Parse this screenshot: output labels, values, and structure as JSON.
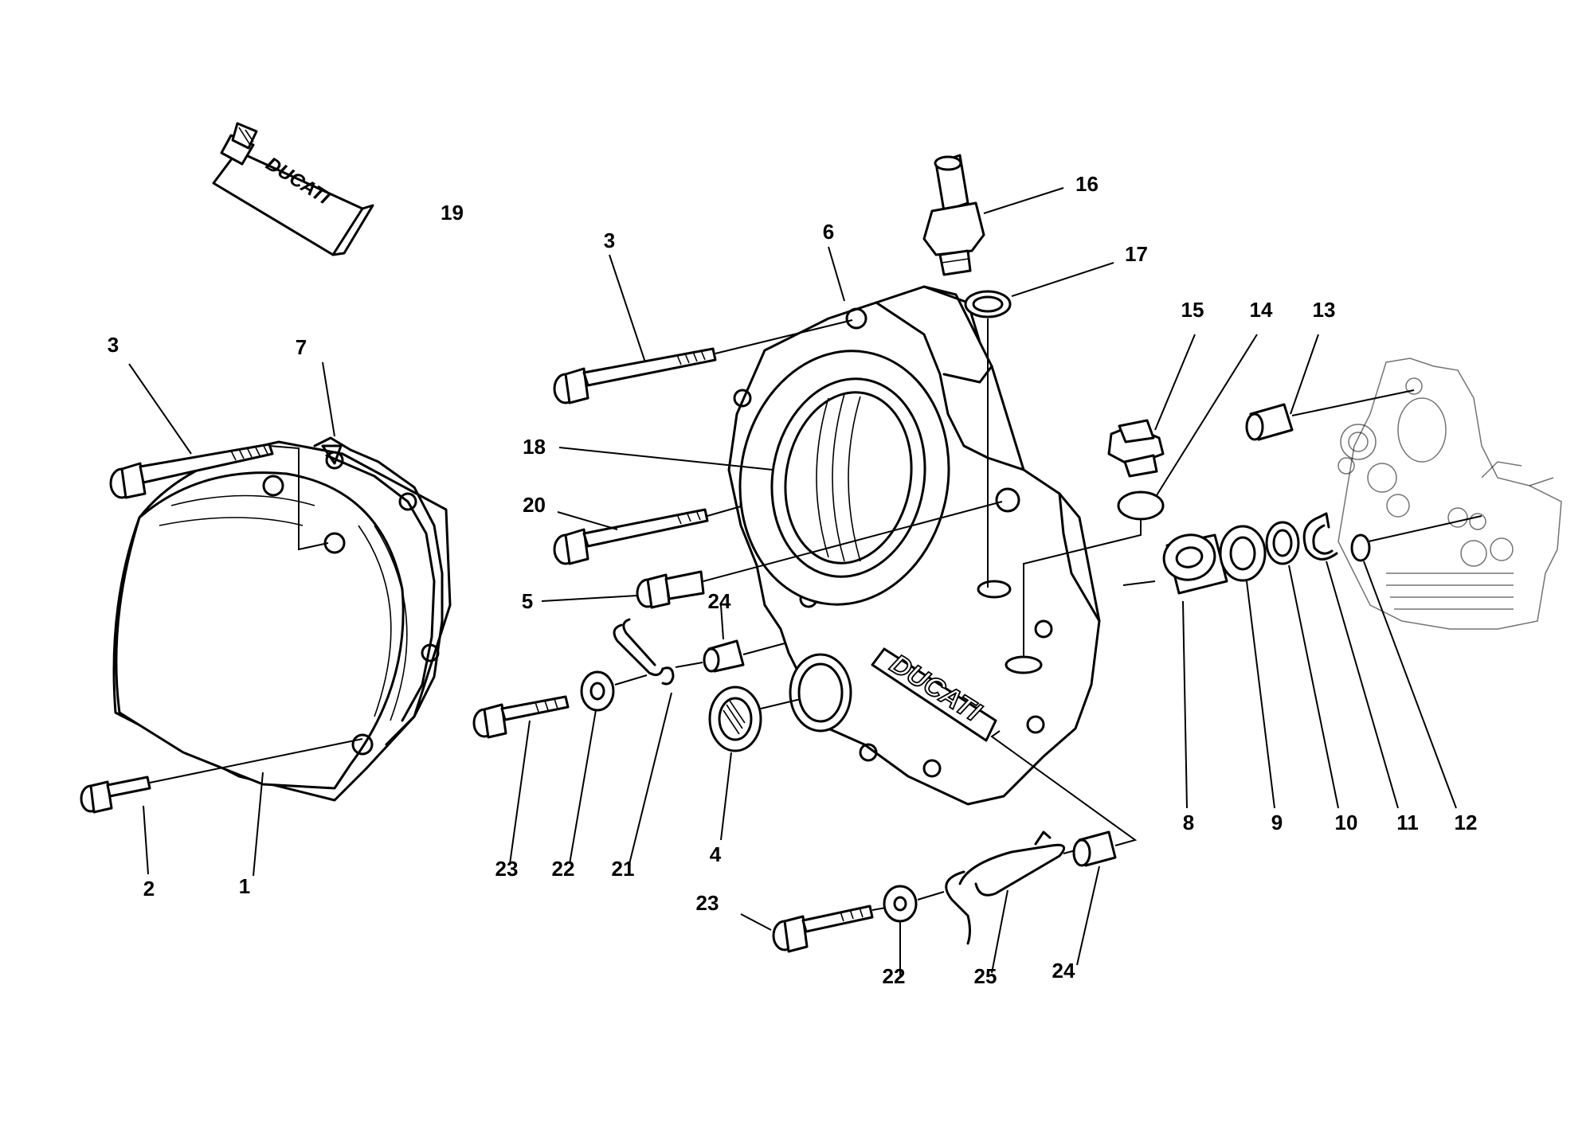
{
  "diagram": {
    "callouts": [
      {
        "id": "c1",
        "label": "1"
      },
      {
        "id": "c2",
        "label": "2"
      },
      {
        "id": "c3a",
        "label": "3"
      },
      {
        "id": "c3b",
        "label": "3"
      },
      {
        "id": "c4",
        "label": "4"
      },
      {
        "id": "c5",
        "label": "5"
      },
      {
        "id": "c6",
        "label": "6"
      },
      {
        "id": "c7",
        "label": "7"
      },
      {
        "id": "c8",
        "label": "8"
      },
      {
        "id": "c9",
        "label": "9"
      },
      {
        "id": "c10",
        "label": "10"
      },
      {
        "id": "c11",
        "label": "11"
      },
      {
        "id": "c12",
        "label": "12"
      },
      {
        "id": "c13",
        "label": "13"
      },
      {
        "id": "c14",
        "label": "14"
      },
      {
        "id": "c15",
        "label": "15"
      },
      {
        "id": "c16",
        "label": "16"
      },
      {
        "id": "c17",
        "label": "17"
      },
      {
        "id": "c18",
        "label": "18"
      },
      {
        "id": "c19",
        "label": "19"
      },
      {
        "id": "c20",
        "label": "20"
      },
      {
        "id": "c21",
        "label": "21"
      },
      {
        "id": "c22a",
        "label": "22"
      },
      {
        "id": "c22b",
        "label": "22"
      },
      {
        "id": "c23a",
        "label": "23"
      },
      {
        "id": "c23b",
        "label": "23"
      },
      {
        "id": "c24a",
        "label": "24"
      },
      {
        "id": "c24b",
        "label": "24"
      },
      {
        "id": "c25",
        "label": "25"
      }
    ],
    "logos": {
      "tube_brand": "DUCATI",
      "cover_brand": "DUCATI"
    }
  }
}
